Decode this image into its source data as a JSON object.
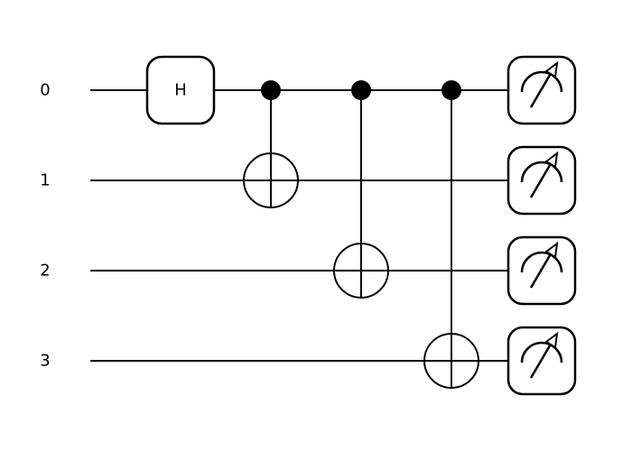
{
  "circuit": {
    "qubits": [
      {
        "label": "0"
      },
      {
        "label": "1"
      },
      {
        "label": "2"
      },
      {
        "label": "3"
      }
    ],
    "gates": [
      {
        "type": "single",
        "name": "H",
        "qubit": 0,
        "step": 1
      },
      {
        "type": "cnot",
        "control": 0,
        "target": 1,
        "step": 2
      },
      {
        "type": "cnot",
        "control": 0,
        "target": 2,
        "step": 3
      },
      {
        "type": "cnot",
        "control": 0,
        "target": 3,
        "step": 4
      },
      {
        "type": "measure",
        "qubit": 0,
        "step": 5
      },
      {
        "type": "measure",
        "qubit": 1,
        "step": 5
      },
      {
        "type": "measure",
        "qubit": 2,
        "step": 5
      },
      {
        "type": "measure",
        "qubit": 3,
        "step": 5
      }
    ],
    "colors": {
      "stroke": "#000000",
      "background": "#ffffff",
      "control_dot": "#000000"
    }
  }
}
